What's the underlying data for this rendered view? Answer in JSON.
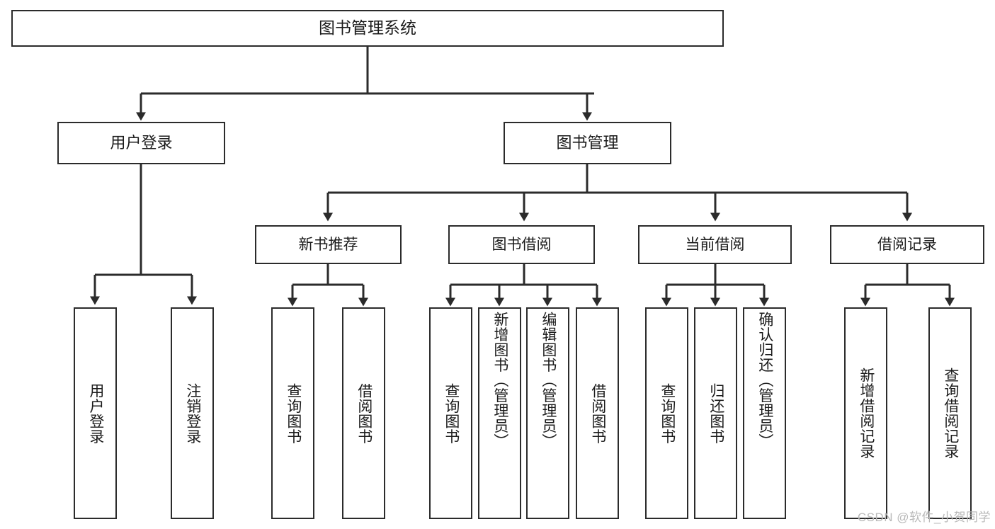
{
  "diagram": {
    "title": "图书管理系统",
    "type": "hierarchy-tree",
    "background_color": "#ffffff",
    "line_color": "#2b2b2b",
    "text_color": "#1b1b1b",
    "root": {
      "label": "图书管理系统"
    },
    "level2": [
      {
        "id": "user-login",
        "label": "用户登录"
      },
      {
        "id": "book-management",
        "label": "图书管理"
      }
    ],
    "level3": [
      {
        "id": "new-book-recommend",
        "label": "新书推荐",
        "parent": "book-management"
      },
      {
        "id": "book-borrow",
        "label": "图书借阅",
        "parent": "book-management"
      },
      {
        "id": "current-borrow",
        "label": "当前借阅",
        "parent": "book-management"
      },
      {
        "id": "borrow-record",
        "label": "借阅记录",
        "parent": "book-management"
      }
    ],
    "leaves": [
      {
        "id": "leaf-user-login",
        "label": "用户登录",
        "parent": "user-login"
      },
      {
        "id": "leaf-logout-login",
        "label": "注销登录",
        "parent": "user-login"
      },
      {
        "id": "leaf-query-book-1",
        "label": "查询图书",
        "parent": "new-book-recommend"
      },
      {
        "id": "leaf-borrow-book-1",
        "label": "借阅图书",
        "parent": "new-book-recommend"
      },
      {
        "id": "leaf-query-book-2",
        "label": "查询图书",
        "parent": "book-borrow"
      },
      {
        "id": "leaf-add-book-admin",
        "label": "新增图书（管理员）",
        "parent": "book-borrow"
      },
      {
        "id": "leaf-edit-book-admin",
        "label": "编辑图书（管理员）",
        "parent": "book-borrow"
      },
      {
        "id": "leaf-borrow-book-2",
        "label": "借阅图书",
        "parent": "book-borrow"
      },
      {
        "id": "leaf-query-book-3",
        "label": "查询图书",
        "parent": "current-borrow"
      },
      {
        "id": "leaf-return-book",
        "label": "归还图书",
        "parent": "current-borrow"
      },
      {
        "id": "leaf-confirm-return-admin",
        "label": "确认归还（管理员）",
        "parent": "current-borrow"
      },
      {
        "id": "leaf-add-borrow-record",
        "label": "新增借阅记录",
        "parent": "borrow-record"
      },
      {
        "id": "leaf-query-borrow-record",
        "label": "查询借阅记录",
        "parent": "borrow-record"
      }
    ]
  },
  "watermark": {
    "text": "CSDN @软件_小贺同学"
  }
}
